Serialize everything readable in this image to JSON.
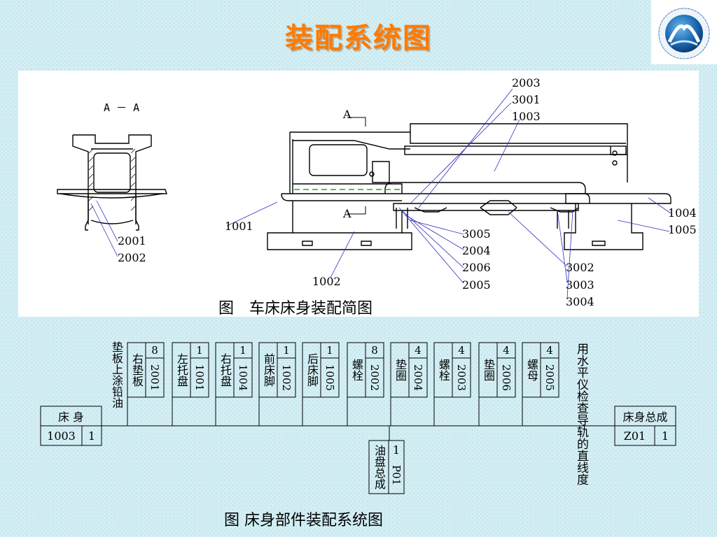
{
  "title": "装配系统图",
  "top_figure": {
    "caption": "图　车床床身装配简图",
    "section_label": "A － A",
    "arrow_labels": [
      "A",
      "A"
    ],
    "part_labels": {
      "p2003": "2003",
      "p3001": "3001",
      "p1003": "1003",
      "p1001": "1001",
      "p1002": "1002",
      "p2001": "2001",
      "p2002": "2002",
      "p1004": "1004",
      "p1005": "1005",
      "p3005": "3005",
      "p2004": "2004",
      "p2006": "2006",
      "p2005": "2005",
      "p3002": "3002",
      "p3003": "3003",
      "p3004": "3004"
    }
  },
  "tree": {
    "caption": "图  床身部件装配系统图",
    "base_part": {
      "name": "床  身",
      "code": "1003",
      "qty": "1"
    },
    "final_assembly": {
      "name": "床身总成",
      "code": "Z01",
      "qty": "1"
    },
    "note_left": "垫板上涂铅油",
    "note_right": "用水平仪检查导轨的直线度",
    "components": [
      {
        "name": "右垫板",
        "code": "2001",
        "qty": "8"
      },
      {
        "name": "左托盘",
        "code": "1001",
        "qty": "1"
      },
      {
        "name": "右托盘",
        "code": "1004",
        "qty": "1"
      },
      {
        "name": "前床脚",
        "code": "1002",
        "qty": "1"
      },
      {
        "name": "后床脚",
        "code": "1005",
        "qty": "1"
      },
      {
        "name": "螺栓",
        "code": "2002",
        "qty": "8"
      },
      {
        "name": "垫圈",
        "code": "2004",
        "qty": "4"
      },
      {
        "name": "螺栓",
        "code": "2003",
        "qty": "4"
      },
      {
        "name": "垫圈",
        "code": "2006",
        "qty": "4"
      },
      {
        "name": "螺母",
        "code": "2005",
        "qty": "4"
      }
    ],
    "sub_assembly": {
      "name": "油盘总成",
      "code": "P01",
      "qty": "1"
    }
  }
}
